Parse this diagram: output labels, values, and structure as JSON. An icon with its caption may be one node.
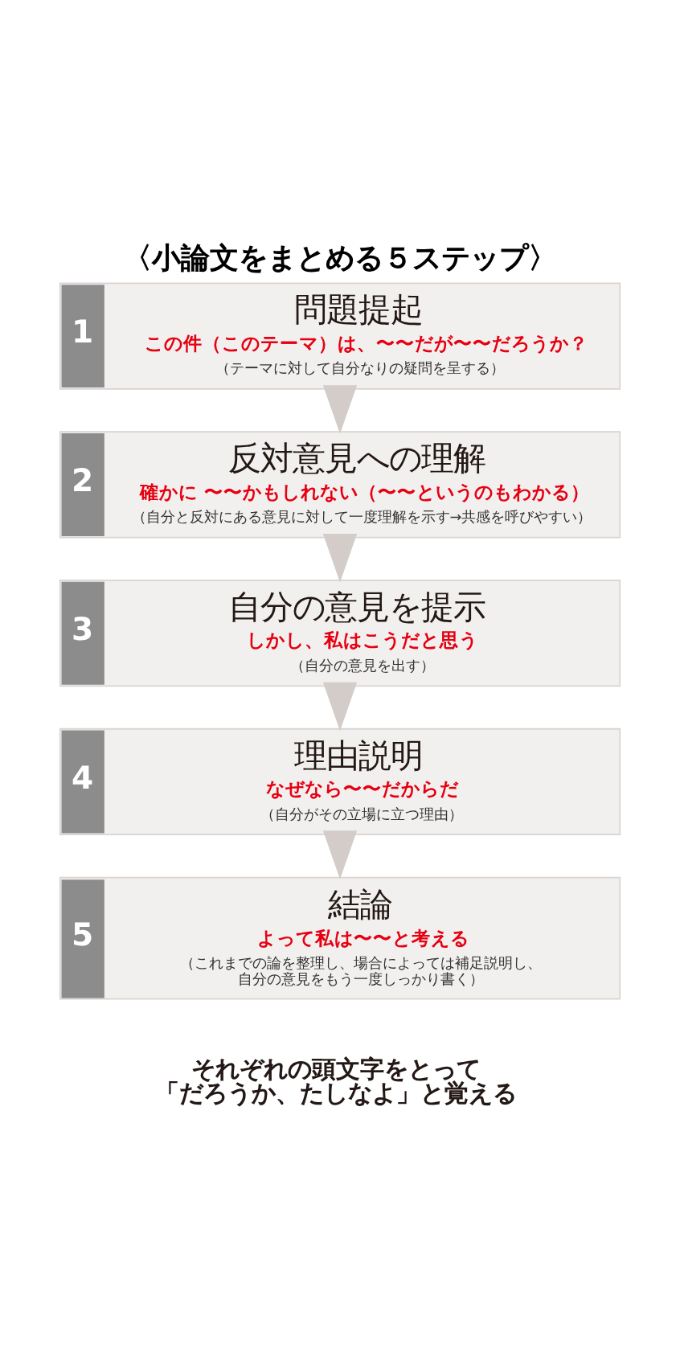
{
  "diagram": {
    "title": "〈小論文をまとめる５ステップ〉",
    "nodes": [
      {
        "text": [
          "1",
          "問題提起",
          "この件（このテーマ）は、〜〜だが〜〜だろうか？",
          "（テーマに対して自分なりの疑問を呈する）"
        ]
      },
      {
        "text": [
          "2",
          "反対意見への理解",
          "確かに 〜〜かもしれない（〜〜というのもわかる）",
          "（自分と反対にある意見に対して一度理解を示す→共感を呼びやすい）"
        ]
      },
      {
        "text": [
          "3",
          "自分の意見を提示",
          "しかし、私はこうだと思う",
          "（自分の意見を出す）"
        ]
      },
      {
        "text": [
          "4",
          "理由説明",
          "なぜなら〜〜だからだ",
          "（自分がその立場に立つ理由）"
        ]
      },
      {
        "text": [
          "5",
          "結論",
          "よって私は〜〜と考える",
          "（これまでの論を整理し、場合によっては補足説明し、自分の意見をもう一度しっかり書く）"
        ]
      }
    ],
    "edges": [
      {
        "from": 0,
        "to": 1,
        "arrow": "to"
      },
      {
        "from": 1,
        "to": 2,
        "arrow": "to"
      },
      {
        "from": 2,
        "to": 3,
        "arrow": "to"
      },
      {
        "from": 3,
        "to": 4,
        "arrow": "to"
      }
    ],
    "labels": [
      "それぞれの頭文字をとって「だろうか、たしなよ」と覚える"
    ]
  }
}
